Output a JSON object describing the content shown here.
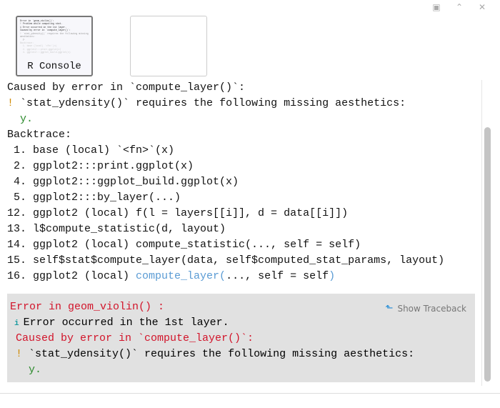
{
  "thumbnails": [
    {
      "label": "R Console",
      "preview_lines": [
        "Error in `geom_violin()`:",
        "! Problem while computing stat.",
        "i Error occurred in the 1st layer.",
        "Caused by error in `compute_layer()`:",
        "! `stat_ydensity()` requires the following missing",
        "aesthetics:",
        "  y.",
        "Backtrace:",
        "  1. base (local) `<fn>`(x)",
        "  2. ggplot2:::print.ggplot(x)",
        "  4. ggplot2:::ggplot_build.ggplot(x)"
      ]
    },
    {
      "label": ""
    }
  ],
  "console": {
    "caused": "Caused by error in `compute_layer()`:",
    "bang": "!",
    "missing": " `stat_ydensity()` requires the following missing aesthetics:",
    "y": "y.",
    "backtrace": "Backtrace:",
    "frames": [
      " 1. base (local) `<fn>`(x)",
      " 2. ggplot2:::print.ggplot(x)",
      " 4. ggplot2:::ggplot_build.ggplot(x)",
      " 5. ggplot2:::by_layer(...)",
      "12. ggplot2 (local) f(l = layers[[i]], d = data[[i]])",
      "13. l$compute_statistic(d, layout)",
      "14. ggplot2 (local) compute_statistic(..., self = self)",
      "15. self$stat$compute_layer(data, self$computed_stat_params, layout)"
    ],
    "last_frame_prefix": "16. ggplot2 (local) ",
    "last_frame_fn": "compute_layer(",
    "last_frame_args": "..., self = self",
    "last_frame_close": ")"
  },
  "error": {
    "title": "Error in geom_violin() :",
    "show_traceback": "Show Traceback",
    "info_icon": "i",
    "info": "Error occurred in the 1st layer.",
    "caused": "Caused by error in `compute_layer()`:",
    "bang": "!",
    "missing": " `stat_ydensity()` requires the following missing aesthetics:",
    "y": "y."
  }
}
